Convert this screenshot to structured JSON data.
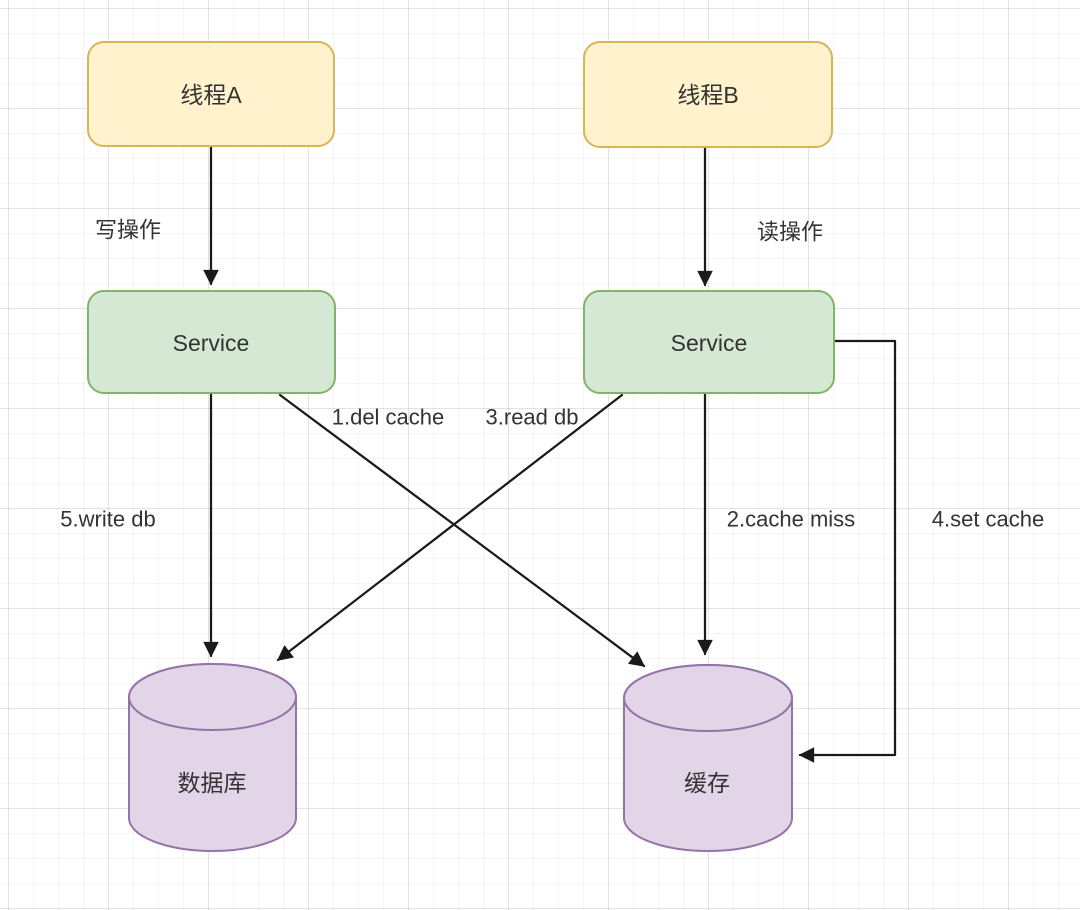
{
  "nodes": {
    "thread_a": {
      "label": "线程A"
    },
    "thread_b": {
      "label": "线程B"
    },
    "service_a": {
      "label": "Service"
    },
    "service_b": {
      "label": "Service"
    },
    "database": {
      "label": "数据库"
    },
    "cache": {
      "label": "缓存"
    }
  },
  "edges": {
    "write_op": {
      "label": "写操作",
      "from": "thread_a",
      "to": "service_a"
    },
    "read_op": {
      "label": "读操作",
      "from": "thread_b",
      "to": "service_b"
    },
    "del_cache": {
      "label": "1.del cache",
      "from": "service_a",
      "to": "cache"
    },
    "cache_miss": {
      "label": "2.cache miss",
      "from": "service_b",
      "to": "cache"
    },
    "read_db": {
      "label": "3.read db",
      "from": "service_b",
      "to": "database"
    },
    "set_cache": {
      "label": "4.set cache",
      "from": "service_b",
      "to": "cache"
    },
    "write_db": {
      "label": "5.write db",
      "from": "service_a",
      "to": "database"
    }
  },
  "colors": {
    "thread_fill": "#fff2cc",
    "thread_stroke": "#d6b656",
    "service_fill": "#d5e8d4",
    "service_stroke": "#82b366",
    "store_fill": "#e1d5e7",
    "store_stroke": "#9673a6",
    "edge": "#1a1a1a",
    "text": "#333333"
  }
}
